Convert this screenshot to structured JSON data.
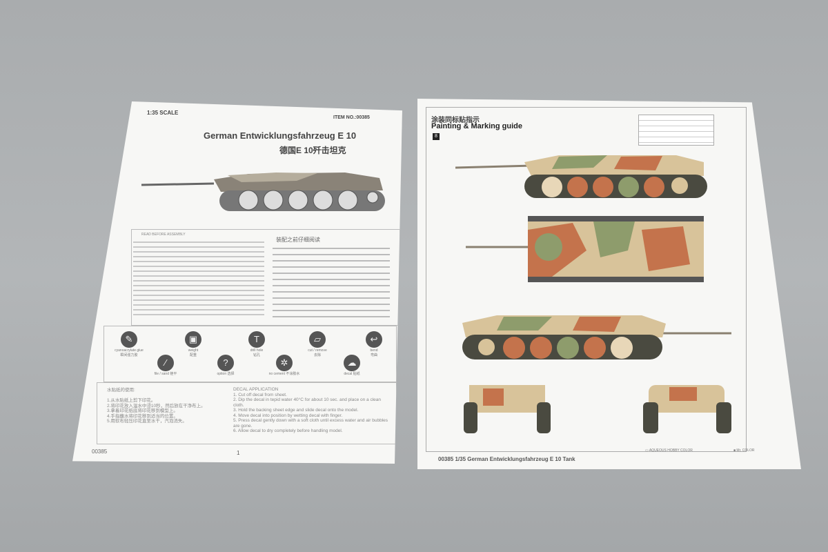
{
  "left_sheet": {
    "scale": "1:35 SCALE",
    "item_no": "ITEM NO.:00385",
    "title_en": "German Entwicklungsfahrzeug E 10",
    "title_cn": "德国E 10歼击坦克",
    "read_before_en": "READ BEFORE ASSEMBLY",
    "read_before_cn": "装配之前仔细阅读",
    "icons": [
      {
        "label_en": "cyanoacrylate glue",
        "label_cn": "瞬间强力胶",
        "glyph": "✎"
      },
      {
        "label_en": "weight",
        "label_cn": "配重",
        "glyph": "▣"
      },
      {
        "label_en": "drill hole",
        "label_cn": "钻孔",
        "glyph": "T"
      },
      {
        "label_en": "cut / remove",
        "label_cn": "去除",
        "glyph": "▱"
      },
      {
        "label_en": "bend",
        "label_cn": "弯曲",
        "glyph": "↩"
      },
      {
        "label_en": "file / sand",
        "label_cn": "锉平",
        "glyph": "⁄"
      },
      {
        "label_en": "option",
        "label_cn": "选择",
        "glyph": "?"
      },
      {
        "label_en": "no cement",
        "label_cn": "不涂胶水",
        "glyph": "✲"
      },
      {
        "label_en": "decal",
        "label_cn": "贴纸",
        "glyph": "☁"
      }
    ],
    "decal_cn_title": "水贴纸的使用:",
    "decal_cn": [
      "1.从水贴纸上剪下印花。",
      "2.将印花放入温水中浸10秒，然后放在干净布上。",
      "3.拿着印花纸底将印花移到模型上。",
      "4.手指蘸水将印花移到适当的位置。",
      "5.用软布轻压印花直至水干，汽泡消失。"
    ],
    "decal_en_title": "DECAL APPLICATION",
    "decal_en": [
      "1. Cut off decal from sheet.",
      "2. Dip the decal in tepid water 40°C for about 10 sec. and place on a clean cloth.",
      "3. Hold the backing sheet edge and slide decal onto the model.",
      "4. Move decal into position by wetting decal with finger.",
      "5. Press decal gently down with a soft cloth until excess water and air bubbles are gone.",
      "6. Allow decal to dry completely before handling model."
    ],
    "footer_code": "00385",
    "page": "1"
  },
  "right_sheet": {
    "title_cn": "涂装同标贴指示",
    "title_en": "Painting & Marking guide",
    "marker": "8",
    "legend_aqueous": "AQUEOUS HOBBY COLOR",
    "legend_mr": "Mr. COLOR",
    "footer": "00385  1/35 German Entwicklungsfahrzeug E 10 Tank",
    "colors": {
      "sand": "#d8c39a",
      "green": "#8e9c6c",
      "brown": "#c4734c",
      "dark": "#4a4a40"
    }
  }
}
